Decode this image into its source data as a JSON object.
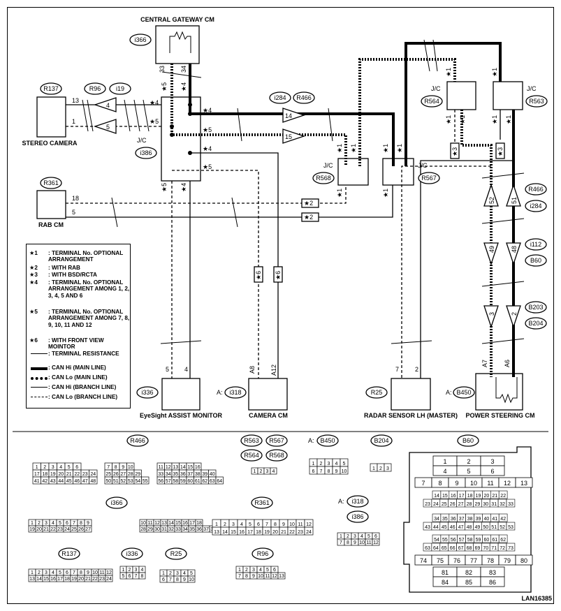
{
  "modules": {
    "gateway": "CENTRAL GATEWAY CM",
    "stereo": "STEREO CAMERA",
    "rab": "RAB CM",
    "eyesight": "EyeSight ASSIST MONITOR",
    "camera": "CAMERA CM",
    "radar": "RADAR SENSOR LH (MASTER)",
    "steering": "POWER STEERING CM",
    "jc": "J/C",
    "prefix_a": "A:"
  },
  "connectors": {
    "i366": "i366",
    "R137": "R137",
    "R96": "R96",
    "i19": "i19",
    "i386": "i386",
    "i284": "i284",
    "R466": "R466",
    "R568": "R568",
    "R567": "R567",
    "R564": "R564",
    "R563": "R563",
    "R361": "R361",
    "i112": "i112",
    "B60": "B60",
    "B203": "B203",
    "B204": "B204",
    "i336": "i336",
    "i318": "i318",
    "R25": "R25",
    "B450": "B450"
  },
  "pins": {
    "g33": "33",
    "g34": "34",
    "g5": "★5",
    "g4": "★4",
    "s13": "13",
    "s1": "1",
    "r18": "18",
    "r5": "5",
    "j4a": "★4",
    "j5a": "★5",
    "j4b": "★4",
    "j5b": "★5",
    "j4c": "★4",
    "j5c": "★5",
    "jb5": "★5",
    "jb4": "★4",
    "n4": "4",
    "n5": "5",
    "n14": "14",
    "n15": "15",
    "st1": "★1",
    "e5": "5",
    "e4": "4",
    "cA8": "A8",
    "cA12": "A12",
    "r7": "7",
    "r2": "2",
    "pA7": "A7",
    "pA6": "A6",
    "n52": "52",
    "n51": "51",
    "n49": "49",
    "n48": "48",
    "n3": "3",
    "n2": "2",
    "star2": "★2",
    "star3": "★3",
    "star6": "★6"
  },
  "legend": [
    {
      "key": "★1",
      "text": ": TERMINAL No. OPTIONAL ARRANGEMENT"
    },
    {
      "key": "★2",
      "text": ": WITH RAB"
    },
    {
      "key": "★3",
      "text": ": WITH BSD/RCTA"
    },
    {
      "key": "★4",
      "text": ": TERMINAL No. OPTIONAL ARRANGEMENT AMONG 1, 2, 3, 4, 5 AND 6"
    },
    {
      "key": "★5",
      "text": ": TERMINAL No. OPTIONAL ARRANGEMENT AMONG 7, 8, 9, 10, 11 AND 12"
    },
    {
      "key": "★6",
      "text": ": WITH FRONT VIEW MOINTOR"
    },
    {
      "key": "",
      "text": ": TERMINAL RESISTANCE"
    },
    {
      "key": "",
      "text": ": CAN Hi (MAIN LINE)"
    },
    {
      "key": "",
      "text": ": CAN Lo (MAIN LINE)"
    },
    {
      "key": "",
      "text": ": CAN Hi (BRANCH LINE)"
    },
    {
      "key": "",
      "text": ": CAN Lo (BRANCH LINE)"
    }
  ],
  "bottom": {
    "R466": "R466",
    "i366": "i366",
    "R137": "R137",
    "i336": "i336",
    "R25": "R25",
    "R361": "R361",
    "R96": "R96",
    "i318": "i318",
    "i386": "i386",
    "B204": "B204",
    "B450": "B450",
    "B60": "B60",
    "R563": "R563",
    "R567": "R567",
    "R564": "R564",
    "R568": "R568",
    "prefix_a": "A:"
  },
  "b60_grid": [
    [
      "1",
      "2",
      "3"
    ],
    [
      "4",
      "5",
      "6"
    ],
    [
      "7",
      "8",
      "9",
      "10",
      "11",
      "12",
      "13"
    ],
    [
      "74",
      "75",
      "76",
      "77",
      "78",
      "79",
      "80"
    ],
    [
      "81",
      "82",
      "83"
    ],
    [
      "84",
      "85",
      "86"
    ]
  ],
  "footer": {
    "code": "LAN16385"
  }
}
